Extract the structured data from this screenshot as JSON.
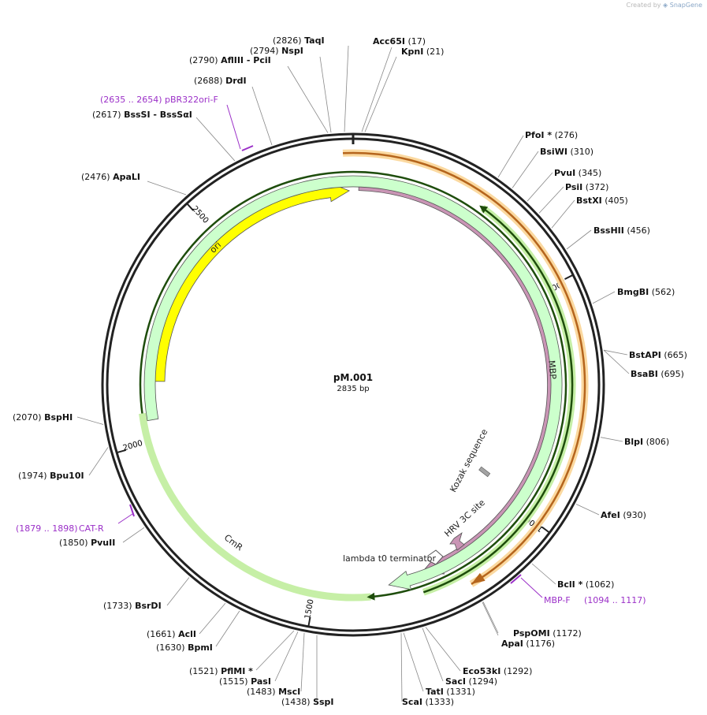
{
  "credit": {
    "created_by": "Created by",
    "app": "SnapGene"
  },
  "plasmid": {
    "name": "pM.001",
    "size_label": "2835 bp",
    "length": 2835
  },
  "ticks": [
    {
      "label": "500",
      "bp": 500
    },
    {
      "label": "1000",
      "bp": 1000
    },
    {
      "label": "1500",
      "bp": 1500
    },
    {
      "label": "2000",
      "bp": 2000
    },
    {
      "label": "2500",
      "bp": 2500
    }
  ],
  "features": [
    {
      "label": "ori",
      "color": "#ffff00"
    },
    {
      "label": "MBP",
      "color": "#c995b5"
    },
    {
      "label": "CmR",
      "color": "#ccffcc"
    },
    {
      "label": "Kozak sequence",
      "color": "#a3a3a3"
    },
    {
      "label": "HRV 3C site",
      "color": "#c995b5"
    },
    {
      "label": "lambda t0 terminator",
      "color": "#ffffff"
    }
  ],
  "primers": [
    {
      "pos": "(2635 .. 2654)",
      "name": "pBR322ori-F",
      "color": "#9b30c8"
    },
    {
      "pos": "(1879 .. 1898)",
      "name": "CAT-R",
      "color": "#9b30c8"
    },
    {
      "name": "MBP-F",
      "pos": "(1094 .. 1117)",
      "color": "#9b30c8"
    }
  ],
  "sites": [
    {
      "pos": "(2826)",
      "name": "TaqI"
    },
    {
      "pos": "(2794)",
      "name": "NspI"
    },
    {
      "pos": "(2790)",
      "name": "AflIII",
      "extra": "- PciI"
    },
    {
      "pos": "(2688)",
      "name": "DrdI"
    },
    {
      "pos": "(2617)",
      "name": "BssSI",
      "extra": "- BssSαI"
    },
    {
      "pos": "(2476)",
      "name": "ApaLI"
    },
    {
      "pos": "(2070)",
      "name": "BspHI"
    },
    {
      "pos": "(1974)",
      "name": "Bpu10I"
    },
    {
      "pos": "(1850)",
      "name": "PvuII"
    },
    {
      "pos": "(1733)",
      "name": "BsrDI"
    },
    {
      "pos": "(1661)",
      "name": "AclI"
    },
    {
      "pos": "(1630)",
      "name": "BpmI"
    },
    {
      "pos": "(1521)",
      "name": "PflMI *"
    },
    {
      "pos": "(1515)",
      "name": "PasI"
    },
    {
      "pos": "(1483)",
      "name": "MscI"
    },
    {
      "pos": "(1438)",
      "name": "SspI"
    },
    {
      "name": "Acc65I",
      "pos": "(17)"
    },
    {
      "name": "KpnI",
      "pos": "(21)"
    },
    {
      "name": "PfoI *",
      "pos": "(276)"
    },
    {
      "name": "BsiWI",
      "pos": "(310)"
    },
    {
      "name": "PvuI",
      "pos": "(345)"
    },
    {
      "name": "PsiI",
      "pos": "(372)"
    },
    {
      "name": "BstXI",
      "pos": "(405)"
    },
    {
      "name": "BssHII",
      "pos": "(456)"
    },
    {
      "name": "BmgBI",
      "pos": "(562)"
    },
    {
      "name": "BstAPI",
      "pos": "(665)"
    },
    {
      "name": "BsaBI",
      "pos": "(695)"
    },
    {
      "name": "BlpI",
      "pos": "(806)"
    },
    {
      "name": "AfeI",
      "pos": "(930)"
    },
    {
      "name": "BclI *",
      "pos": "(1062)"
    },
    {
      "name": "PspOMI",
      "pos": "(1172)"
    },
    {
      "name": "ApaI",
      "pos": "(1176)"
    },
    {
      "name": "Eco53kI",
      "pos": "(1292)"
    },
    {
      "name": "SacI",
      "pos": "(1294)"
    },
    {
      "name": "TatI",
      "pos": "(1331)"
    },
    {
      "name": "ScaI",
      "pos": "(1333)"
    }
  ]
}
